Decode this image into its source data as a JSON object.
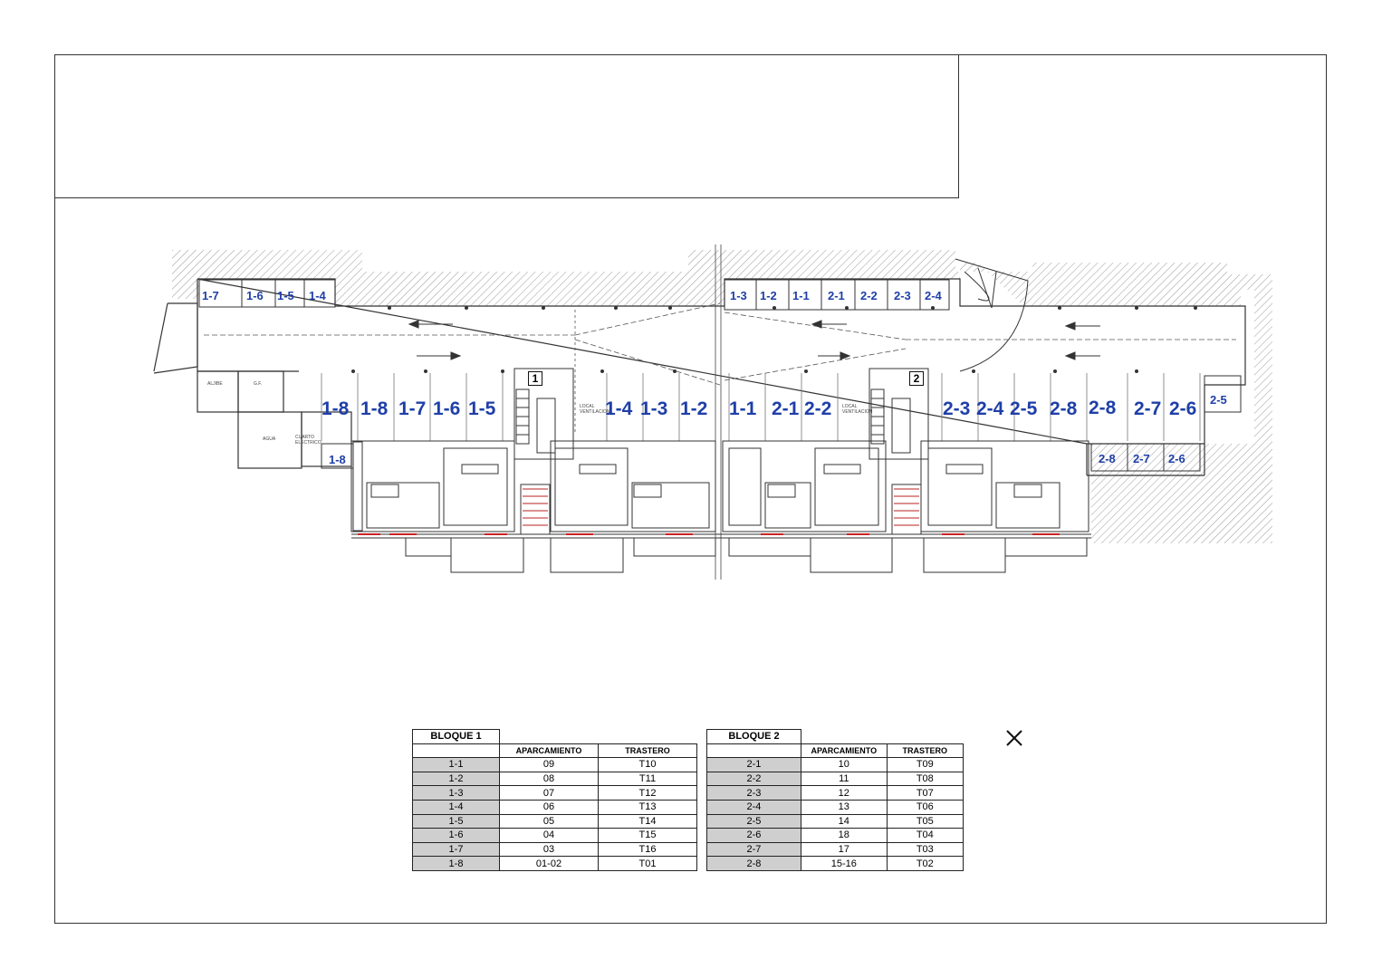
{
  "plan": {
    "parking_labels": [
      "1-8",
      "1-8",
      "1-7",
      "1-6",
      "1-5",
      "1-4",
      "1-3",
      "1-2",
      "1-1",
      "2-1",
      "2-2",
      "2-3",
      "2-4",
      "2-5",
      "2-8",
      "2-8",
      "2-7",
      "2-6"
    ],
    "storage_top_labels": [
      "1-7",
      "1-6",
      "1-5",
      "1-4",
      "1-3",
      "1-2",
      "1-1",
      "2-1",
      "2-2",
      "2-3",
      "2-4"
    ],
    "storage_bottom_labels": [
      "1-8",
      "2-8",
      "2-7",
      "2-6",
      "2-5"
    ],
    "stair_numbers": [
      "1",
      "2"
    ],
    "room_texts": [
      "ALJIBE",
      "G.F.",
      "AGUA",
      "CUARTO ELECTRICO",
      "LOCAL VENTILACION",
      "LOCAL VENTILACION"
    ]
  },
  "bloque1": {
    "title": "BLOQUE 1",
    "col_parking": "APARCAMIENTO",
    "col_storage": "TRASTERO",
    "rows": [
      {
        "unit": "1-1",
        "parking": "09",
        "storage": "T10"
      },
      {
        "unit": "1-2",
        "parking": "08",
        "storage": "T11"
      },
      {
        "unit": "1-3",
        "parking": "07",
        "storage": "T12"
      },
      {
        "unit": "1-4",
        "parking": "06",
        "storage": "T13"
      },
      {
        "unit": "1-5",
        "parking": "05",
        "storage": "T14"
      },
      {
        "unit": "1-6",
        "parking": "04",
        "storage": "T15"
      },
      {
        "unit": "1-7",
        "parking": "03",
        "storage": "T16"
      },
      {
        "unit": "1-8",
        "parking": "01-02",
        "storage": "T01"
      }
    ]
  },
  "bloque2": {
    "title": "BLOQUE 2",
    "col_parking": "APARCAMIENTO",
    "col_storage": "TRASTERO",
    "rows": [
      {
        "unit": "2-1",
        "parking": "10",
        "storage": "T09"
      },
      {
        "unit": "2-2",
        "parking": "11",
        "storage": "T08"
      },
      {
        "unit": "2-3",
        "parking": "12",
        "storage": "T07"
      },
      {
        "unit": "2-4",
        "parking": "13",
        "storage": "T06"
      },
      {
        "unit": "2-5",
        "parking": "14",
        "storage": "T05"
      },
      {
        "unit": "2-6",
        "parking": "18",
        "storage": "T04"
      },
      {
        "unit": "2-7",
        "parking": "17",
        "storage": "T03"
      },
      {
        "unit": "2-8",
        "parking": "15-16",
        "storage": "T02"
      }
    ]
  },
  "icons": {
    "close": "close-x-icon"
  },
  "colors": {
    "label_blue": "#1f3fa8",
    "line": "#333333",
    "hatch": "#9a9a9a",
    "table_shade": "#cfcfcf"
  }
}
